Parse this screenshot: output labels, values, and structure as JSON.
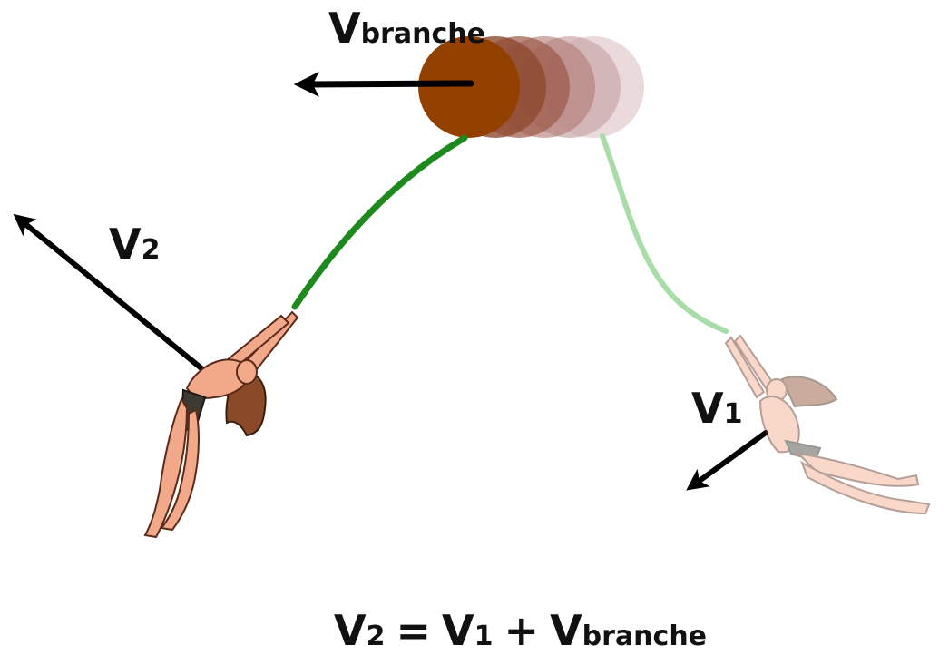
{
  "labels": {
    "branch_velocity": {
      "main": "V",
      "sub": "branche"
    },
    "v2": {
      "main": "V",
      "sub": "2"
    },
    "v1": {
      "main": "V",
      "sub": "1"
    }
  },
  "equation": {
    "lhs": {
      "main": "V",
      "sub": "2"
    },
    "equals": "=",
    "term1": {
      "main": "V",
      "sub": "1"
    },
    "plus": "+",
    "term2": {
      "main": "V",
      "sub": "branche"
    }
  },
  "colors": {
    "branch": "#8b3a0e",
    "branch_ghost": "#c9a7ab",
    "vine_current": "#1e8a1e",
    "vine_faded": "#a8dca8",
    "arrow": "#000000",
    "skin": "#f2a98a",
    "hair": "#8a4a2a",
    "loincloth": "#3e3a33"
  },
  "icons": {
    "swinger_current": "tarzan-swinging-icon",
    "swinger_faded": "tarzan-faded-icon"
  }
}
